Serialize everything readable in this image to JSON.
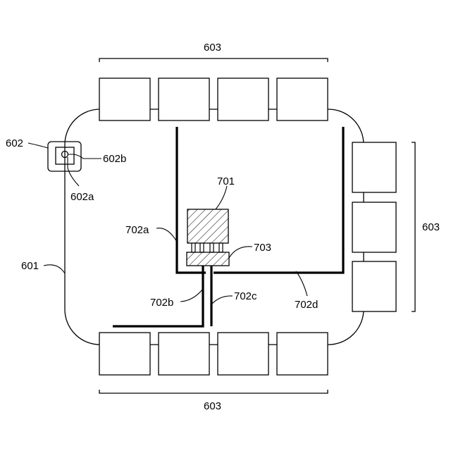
{
  "labels": {
    "top_group": "603",
    "right_group": "603",
    "bottom_group": "603",
    "board": "601",
    "sensor": "602",
    "sensor_inner": "602a",
    "sensor_element": "602b",
    "chip": "701",
    "line_a": "702a",
    "line_b": "702b",
    "line_c": "702c",
    "line_d": "702d",
    "connector": "703"
  },
  "colors": {
    "stroke": "#000000",
    "background": "#ffffff"
  }
}
